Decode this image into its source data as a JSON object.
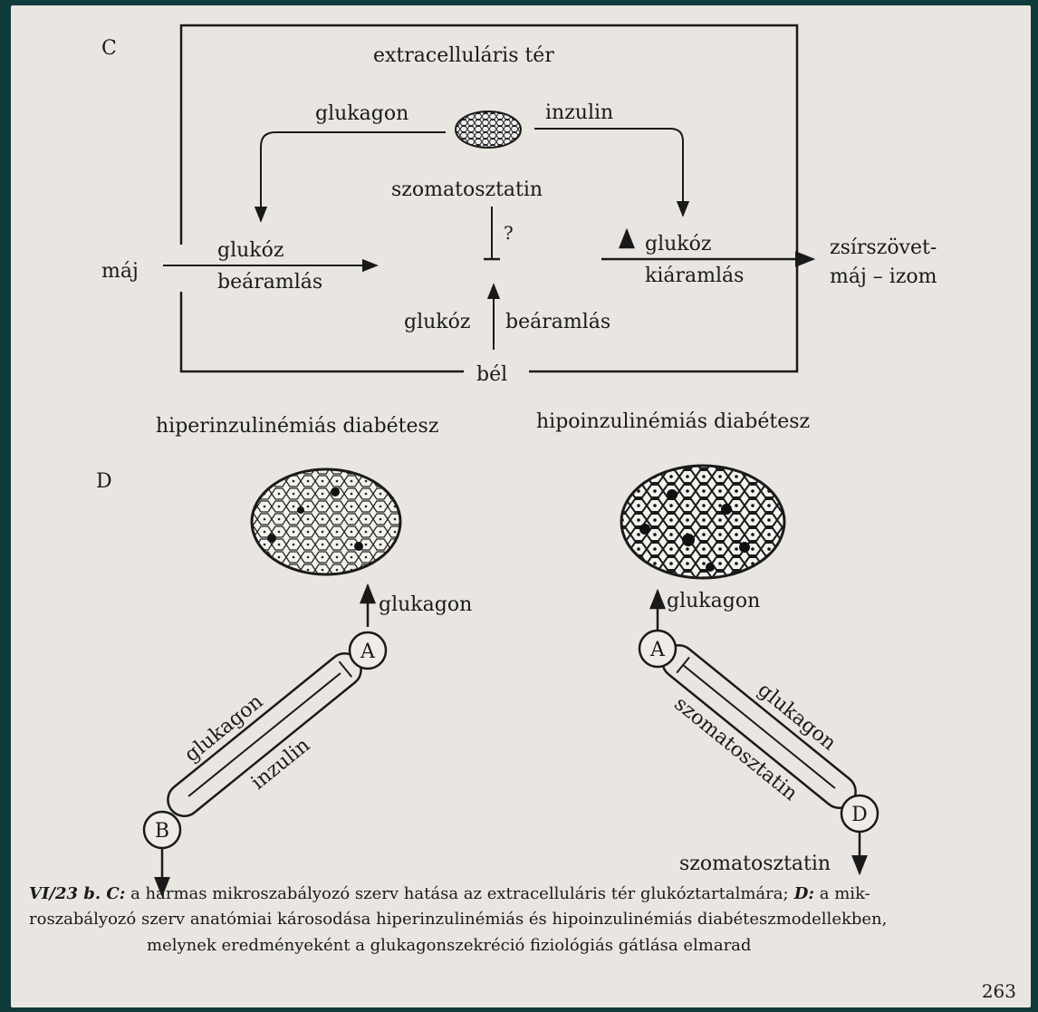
{
  "panel_c": {
    "letter": "C",
    "box_title": "extracelluláris tér",
    "glucagon_label": "glukagon",
    "insulin_label": "inzulin",
    "somatostatin_label": "szomatosztatin",
    "question_mark": "?",
    "left_glucose": "glukóz",
    "left_inflow": "beáramlás",
    "liver_label": "máj",
    "right_glucose": "glukóz",
    "right_outflow": "kiáramlás",
    "target_line1": "zsírszövet-",
    "target_line2": "máj – izom",
    "bottom_glucose": "glukóz",
    "bottom_inflow": "beáramlás",
    "gut_label": "bél"
  },
  "panel_d": {
    "letter": "D",
    "left_title": "hiperinzulinémiás diabétesz",
    "right_title": "hipoinzulinémiás diabétesz",
    "left": {
      "glucagon_out": "glukagon",
      "node_a": "A",
      "node_b": "B",
      "tube_top": "glukagon",
      "tube_bottom": "inzulin"
    },
    "right": {
      "glucagon_out": "glukagon",
      "node_a": "A",
      "node_d": "D",
      "tube_top": "glukagon",
      "tube_bottom": "szomatosztatin",
      "somatostatin_out": "szomatosztatin"
    }
  },
  "caption": {
    "line1_prefix": "VI/23 b. C:",
    "line1_text": " a hármas mikroszabályozó szerv hatása az extracelluláris tér glukóztartalmára;",
    "line1_d": " D:",
    "line1_end": " a mik-",
    "line2": "roszabályozó szerv anatómiai károsodása hiperinzulinémiás és hipoinzulinémiás diabéteszmodellekben,",
    "line3": "melynek eredményeként a glukagonszekréció fiziológiás gátlása elmarad"
  },
  "page_number": "263"
}
